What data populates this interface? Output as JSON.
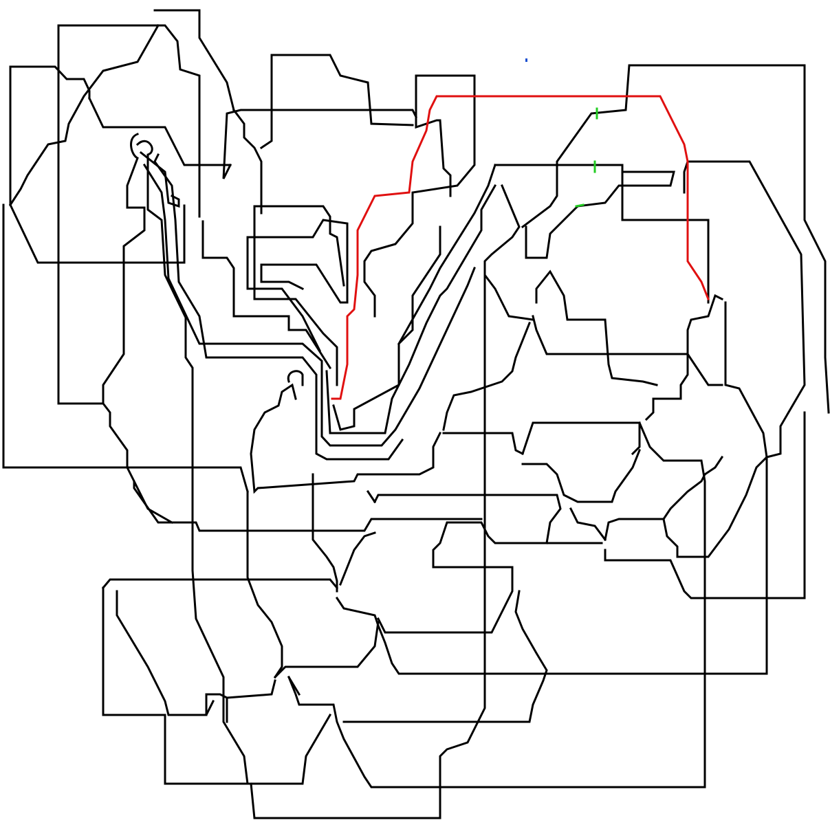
{
  "game": {
    "type": "wire-maze",
    "colors": {
      "background": "#ffffff",
      "wire": "#000000",
      "active_path": "#e01010",
      "connector": "#22cc22",
      "marker": "#1a4fd0"
    },
    "wire_count": 60,
    "active_path_segments": 1,
    "connector_count": 3,
    "marker_count": 1
  }
}
